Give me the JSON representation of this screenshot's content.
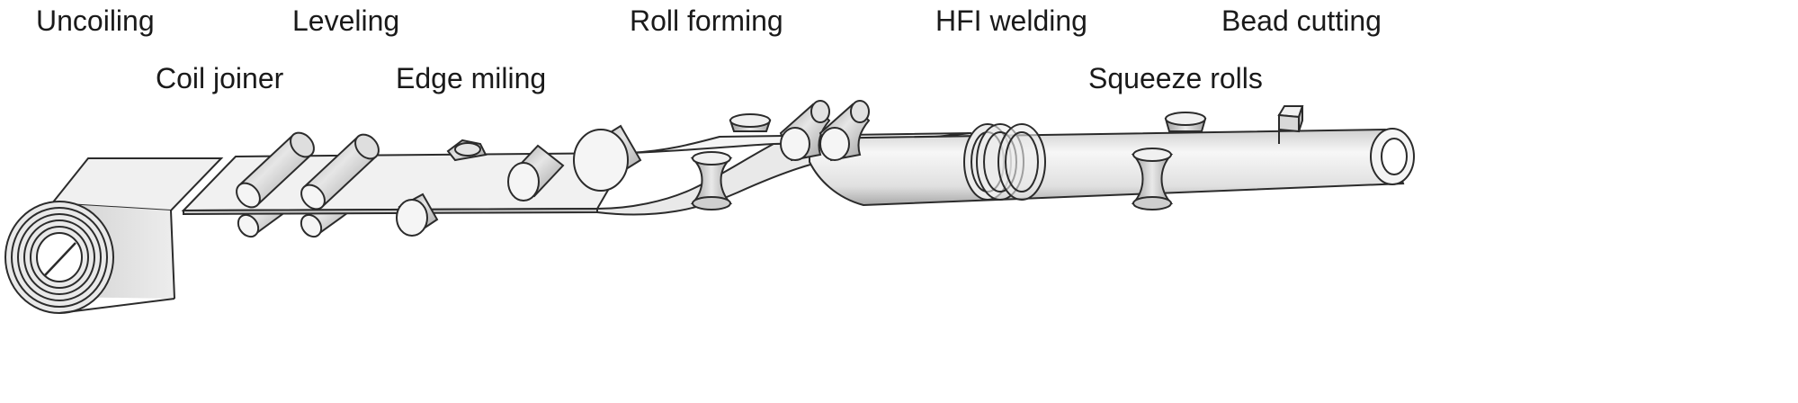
{
  "labels": {
    "uncoiling": "Uncoiling",
    "coil_joiner": "Coil joiner",
    "leveling": "Leveling",
    "edge_milling": "Edge miling",
    "roll_forming": "Roll forming",
    "hfi_welding": "HFI welding",
    "squeeze_rolls": "Squeeze rolls",
    "bead_cutting": "Bead cutting"
  },
  "colors": {
    "stroke": "#2b2b2b",
    "strip_fill": "#f2f2f2",
    "roller_fill": "#dcdcdc",
    "end_fill": "#f7f7f7",
    "text": "#1a1a1a"
  }
}
